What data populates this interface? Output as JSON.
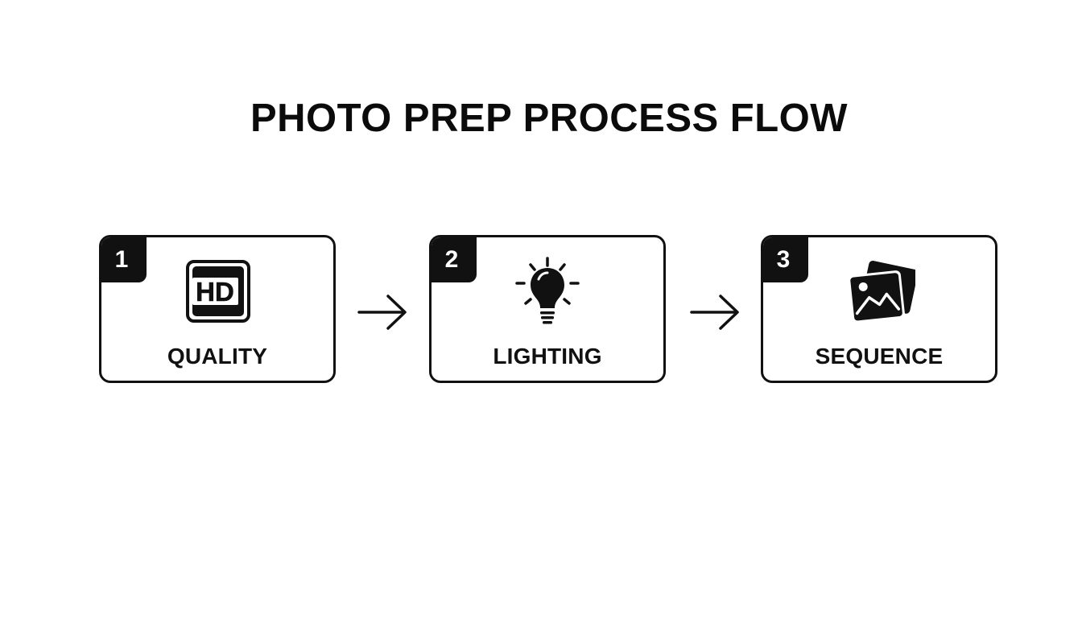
{
  "title": "PHOTO PREP PROCESS FLOW",
  "steps": [
    {
      "number": "1",
      "label": "QUALITY",
      "icon": "hd-icon",
      "icon_text": "HD"
    },
    {
      "number": "2",
      "label": "LIGHTING",
      "icon": "lightbulb-icon"
    },
    {
      "number": "3",
      "label": "SEQUENCE",
      "icon": "image-stack-icon"
    }
  ],
  "connectors": [
    "arrow-right-icon",
    "arrow-right-icon"
  ],
  "colors": {
    "background": "#ffffff",
    "ink": "#111111"
  }
}
